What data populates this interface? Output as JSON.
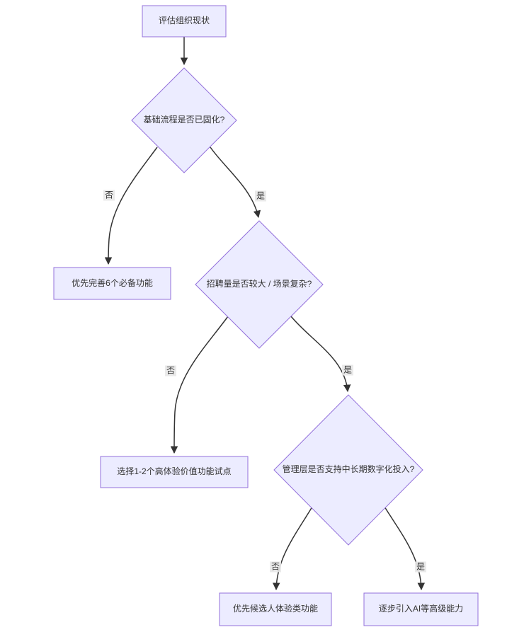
{
  "diagram": {
    "type": "flowchart",
    "direction": "top-down",
    "nodes": [
      {
        "id": "start",
        "shape": "rect",
        "label": "评估组织现状"
      },
      {
        "id": "q1",
        "shape": "diamond",
        "label": "基础流程是否已固化?"
      },
      {
        "id": "basics",
        "shape": "rect",
        "label": "优先完善6个必备功能"
      },
      {
        "id": "q2",
        "shape": "diamond",
        "label": "招聘量是否较大 / 场景复杂?"
      },
      {
        "id": "pilot",
        "shape": "rect",
        "label": "选择1-2个高体验价值功能试点"
      },
      {
        "id": "q3",
        "shape": "diamond",
        "label": "管理层是否支持中长期数字化投入?"
      },
      {
        "id": "candidate",
        "shape": "rect",
        "label": "优先候选人体验类功能"
      },
      {
        "id": "ai",
        "shape": "rect",
        "label": "逐步引入AI等高级能力"
      }
    ],
    "edges": [
      {
        "from": "start",
        "to": "q1",
        "label": ""
      },
      {
        "from": "q1",
        "to": "basics",
        "label": "否"
      },
      {
        "from": "q1",
        "to": "q2",
        "label": "是"
      },
      {
        "from": "q2",
        "to": "pilot",
        "label": "否"
      },
      {
        "from": "q2",
        "to": "q3",
        "label": "是"
      },
      {
        "from": "q3",
        "to": "candidate",
        "label": "否"
      },
      {
        "from": "q3",
        "to": "ai",
        "label": "是"
      }
    ],
    "colors": {
      "node_fill": "#ECECFF",
      "node_border": "#9370DB",
      "edge_stroke": "#333333",
      "text": "#333333",
      "edge_label_bg": "#E8E8E8",
      "background": "#FFFFFF"
    }
  }
}
